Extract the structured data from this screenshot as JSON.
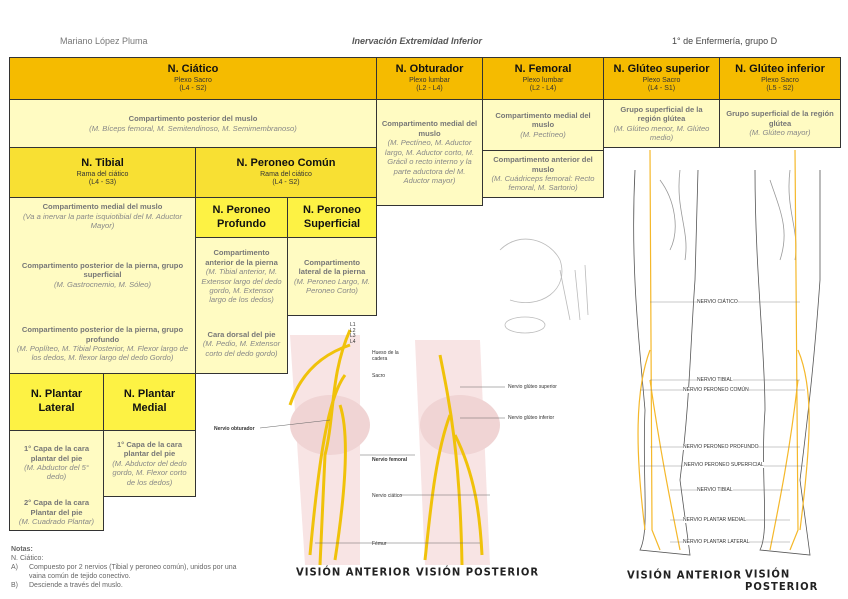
{
  "header": {
    "author": "Mariano López Pluma",
    "title": "Inervación Extremidad Inferior",
    "group": "1° de Enfermería, grupo D"
  },
  "colors": {
    "nerve_header": "#f5bb00",
    "branch_header": "#f8e033",
    "sub_branch_header": "#fdf244",
    "body": "#fffbc2"
  },
  "nerves": {
    "ciatico": {
      "name": "N. Ciático",
      "plexus": "Plexo Sacro",
      "roots": "(L4 - S2)",
      "title": "Compartimento posterior del muslo",
      "muscles": "(M. Bíceps femoral, M. Semitendinoso, M. Semimembranoso)"
    },
    "obturador": {
      "name": "N. Obturador",
      "plexus": "Plexo lumbar",
      "roots": "(L2 - L4)",
      "title": "Compartimento medial del muslo",
      "muscles": "(M. Pectíneo, M. Aductor largo, M. Aductor corto, M. Grácil o recto interno y la parte aductora del M. Aductor mayor)"
    },
    "femoral": {
      "name": "N. Femoral",
      "plexus": "Plexo lumbar",
      "roots": "(L2 - L4)",
      "items": [
        {
          "title": "Compartimento medial del muslo",
          "muscles": "(M. Pectíneo)"
        },
        {
          "title": "Compartimento anterior del muslo",
          "muscles": "(M. Cuádriceps femoral: Recto femoral, M. Sartorio)"
        }
      ]
    },
    "gluteo_superior": {
      "name": "N. Glúteo superior",
      "plexus": "Plexo Sacro",
      "roots": "(L4 - S1)",
      "title": "Grupo superficial de la región glútea",
      "muscles": "(M. Glúteo menor, M. Glúteo medio)"
    },
    "gluteo_inferior": {
      "name": "N. Glúteo inferior",
      "plexus": "Plexo Sacro",
      "roots": "(L5 - S2)",
      "title": "Grupo superficial de la región glútea",
      "muscles": "(M. Glúteo mayor)"
    },
    "tibial": {
      "name": "N. Tibial",
      "origin": "Rama del ciático",
      "roots": "(L4 - S3)",
      "items": [
        {
          "title": "Compartimento medial del muslo",
          "muscles": "(Va a inervar la parte isquiotibial del M. Aductor Mayor)"
        },
        {
          "title": "Compartimento posterior de la pierna, grupo superficial",
          "muscles": "(M. Gastrocnemio, M. Sóleo)"
        },
        {
          "title": "Compartimento posterior de la pierna, grupo profundo",
          "muscles": "(M. Poplíteo, M. Tibial Posterior, M. Flexor largo de los dedos, M. flexor largo del dedo Gordo)"
        }
      ]
    },
    "peroneo_comun": {
      "name": "N. Peroneo Común",
      "origin": "Rama del ciático",
      "roots": "(L4 - S2)"
    },
    "peroneo_profundo": {
      "name": "N. Peroneo Profundo",
      "items": [
        {
          "title": "Compartimento anterior de la pierna",
          "muscles": "(M. Tibial anterior, M. Extensor largo del dedo gordo, M. Extensor largo de los dedos)"
        },
        {
          "title": "Cara dorsal del pie",
          "muscles": "(M. Pedio, M. Extensor corto del dedo gordo)"
        }
      ]
    },
    "peroneo_superficial": {
      "name": "N. Peroneo Superficial",
      "title": "Compartimento lateral de la pierna",
      "muscles": "(M. Peroneo Largo, M. Peroneo Corto)"
    },
    "plantar_lateral": {
      "name": "N. Plantar Lateral",
      "items": [
        {
          "title": "1° Capa de la cara plantar del pie",
          "muscles": "(M. Abductor del 5° dedo)"
        },
        {
          "title": "2° Capa de la cara Plantar del pie",
          "muscles": "(M. Cuadrado Plantar)"
        }
      ]
    },
    "plantar_medial": {
      "name": "N. Plantar Medial",
      "title": "1° Capa de la cara plantar del pie",
      "muscles": "(M. Abductor del dedo gordo, M. Flexor corto de los dedos)"
    }
  },
  "notes": {
    "title": "Notas:",
    "subtitle": "N. Ciático:",
    "items": [
      {
        "marker": "A)",
        "text": "Compuesto por 2 nervios (Tibial y peroneo común), unidos por una vaina común de tejido conectivo."
      },
      {
        "marker": "B)",
        "text": "Desciende a través del muslo."
      }
    ]
  },
  "figure_hip": {
    "levels": [
      "L1",
      "L2",
      "L3",
      "L4"
    ],
    "labels": {
      "hueso": "Hueso de la cadera",
      "sacro": "Sacro",
      "obturador": "Nervio obturador",
      "femoral": "Nervio femoral",
      "ciatico": "Nervio ciático",
      "femur": "Fémur",
      "gluteo_sup": "Nervio glúteo superior",
      "gluteo_inf": "Nervio glúteo inferior"
    },
    "caption_anterior": "VISIÓN ANTERIOR",
    "caption_posterior": "VISIÓN POSTERIOR"
  },
  "figure_legs": {
    "labels": [
      "NERVIO CIÁTICO",
      "NERVIO TIBIAL",
      "NERVIO PERONEO COMÚN",
      "NERVIO PERONEO PROFUNDO",
      "NERVIO PERONEO SUPERFICIAL",
      "NERVIO TIBIAL",
      "NERVIO PLANTAR MEDIAL",
      "NERVIO PLANTAR LATERAL"
    ],
    "caption_anterior": "VISIÓN ANTERIOR",
    "caption_posterior": "VISIÓN POSTERIOR"
  }
}
